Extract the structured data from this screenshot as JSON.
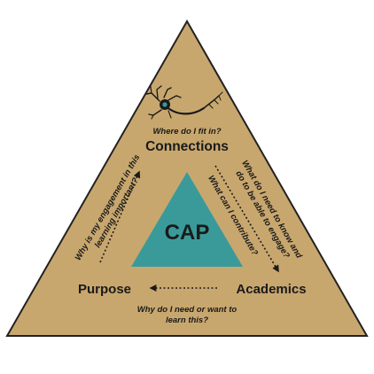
{
  "center": {
    "label": "CAP"
  },
  "nodes": {
    "connections": {
      "label": "Connections",
      "question": "Where do I fit in?"
    },
    "purpose": {
      "label": "Purpose"
    },
    "academics": {
      "label": "Academics"
    }
  },
  "questions": {
    "left_line1": "Why is my engagement in this",
    "left_line2": "learning important?",
    "right_outer_line1": "What do I need to know and",
    "right_outer_line2": "do to be able to engage?",
    "right_inner": "What can I contribute?",
    "bottom_line1": "Why do I need or want to",
    "bottom_line2": "learn this?"
  },
  "icons": {
    "top": "neuron-icon"
  },
  "colors": {
    "outer_fill": "#c8a76e",
    "outer_stroke": "#222222",
    "inner_fill": "#3a9a9a",
    "text": "#1a1a1a"
  }
}
